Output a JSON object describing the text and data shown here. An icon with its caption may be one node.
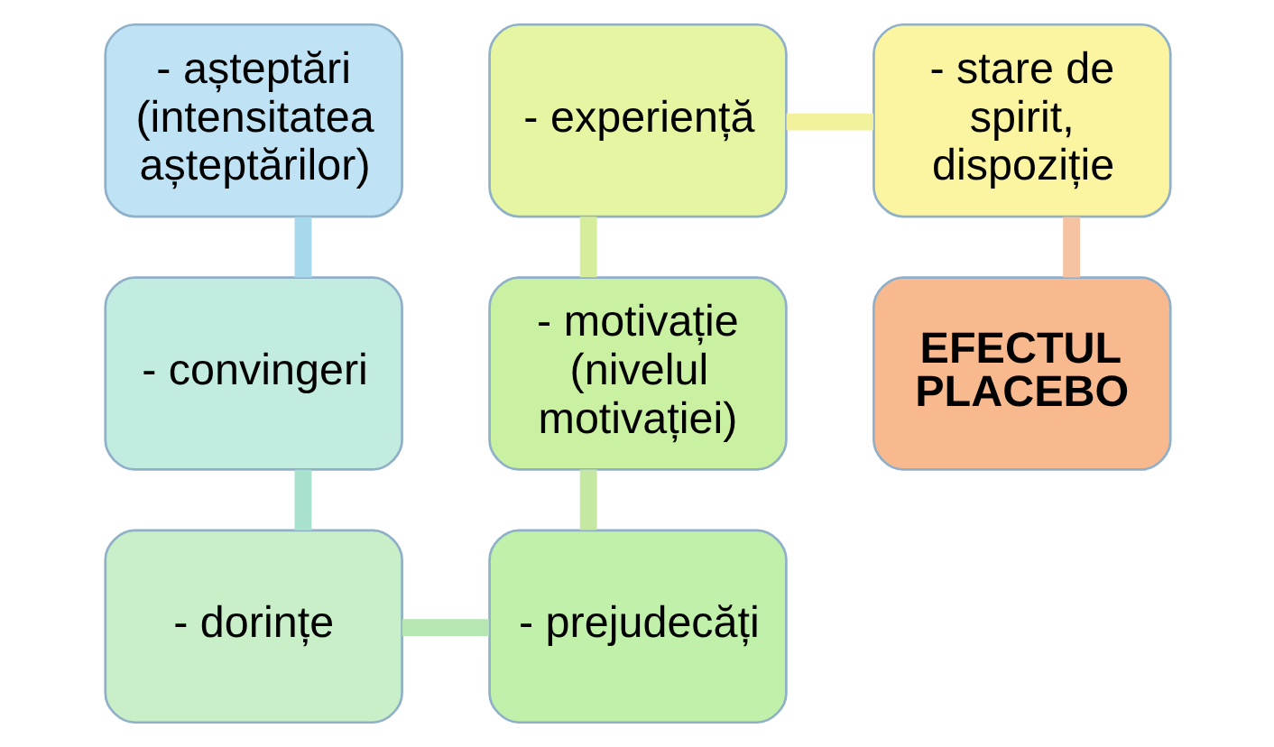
{
  "diagram": {
    "nodes": [
      {
        "text": [
          "- așteptări (intensitatea așteptărilor)"
        ]
      },
      {
        "text": [
          "- convingeri"
        ]
      },
      {
        "text": [
          "- dorințe"
        ]
      },
      {
        "text": [
          "- prejudecăți"
        ]
      },
      {
        "text": [
          "- motivație (nivelul motivației)"
        ]
      },
      {
        "text": [
          "- experiență"
        ]
      },
      {
        "text": [
          "- stare de spirit, dispoziție"
        ]
      },
      {
        "text": [
          "EFECTUL PLACEBO"
        ]
      }
    ],
    "edges": [
      {
        "from": 0,
        "to": 1,
        "arrow": "none",
        "color": "#a8d8ec"
      },
      {
        "from": 1,
        "to": 2,
        "arrow": "none",
        "color": "#a8e2cf"
      },
      {
        "from": 2,
        "to": 3,
        "arrow": "none",
        "color": "#b6e6b2"
      },
      {
        "from": 3,
        "to": 4,
        "arrow": "none",
        "color": "#c4e8a2"
      },
      {
        "from": 4,
        "to": 5,
        "arrow": "none",
        "color": "#d6ee9c"
      },
      {
        "from": 5,
        "to": 6,
        "arrow": "none",
        "color": "#f2f29c"
      },
      {
        "from": 6,
        "to": 7,
        "arrow": "none",
        "color": "#f5c2a2"
      }
    ]
  }
}
